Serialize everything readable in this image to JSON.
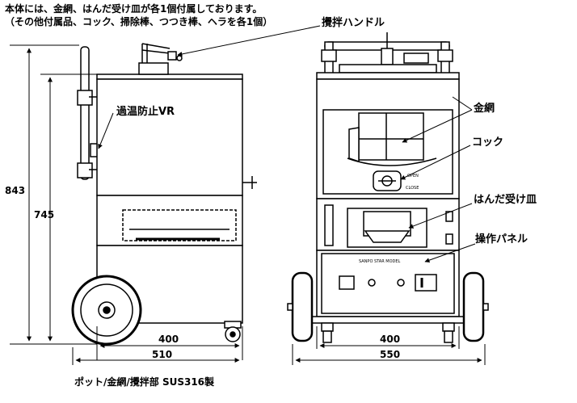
{
  "header": {
    "line1": "本体には、金網、はんだ受け皿が各1個付属しております。",
    "line2": "（その他付属品、コック、掃除棒、つつき棒、ヘラを各1個）"
  },
  "labels": {
    "stir_handle": "攪拌ハンドル",
    "overheat_vr": "過温防止VR",
    "wire_mesh": "金網",
    "cock": "コック",
    "solder_tray": "はんだ受け皿",
    "control_panel": "操作パネル",
    "open": "OPEN",
    "close": "CLOSE",
    "panel_brand": "SANPO STAR MODEL"
  },
  "dimensions": {
    "h843": "843",
    "h745": "745",
    "w400_left": "400",
    "w510": "510",
    "w400_right": "400",
    "w550": "550"
  },
  "footer": {
    "material": "ポット/金網/攪拌部 SUS316製"
  }
}
